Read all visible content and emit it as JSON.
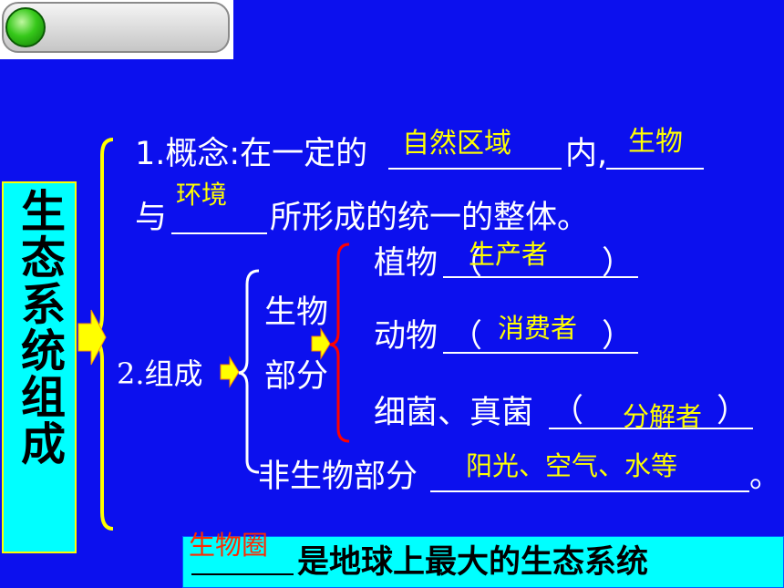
{
  "slide": {
    "title": "生态系统组成",
    "concept": {
      "prefix": "1.概念:在一定的",
      "answer_region": "自然区域",
      "mid": "内,",
      "answer_organism": "生物",
      "line2_start": "与",
      "answer_environment": "环境",
      "line2_end": "所形成的统一的整体。"
    },
    "composition": {
      "label": "2.组成",
      "bio_part_line1": "生物",
      "bio_part_line2": "部分",
      "plants": {
        "label": "植物",
        "open": "（",
        "answer": "生产者",
        "close": "）"
      },
      "animals": {
        "label": "动物",
        "open": "（",
        "answer": "消费者",
        "close": "）"
      },
      "microbes": {
        "label": "细菌、真菌",
        "open": "（",
        "answer": "分解者",
        "close": "）"
      },
      "nonbio": {
        "label": "非生物部分",
        "answer": "阳光、空气、水等",
        "end": "。"
      }
    },
    "footer": {
      "answer": "生物圈",
      "text": "是地球上最大的生态系统"
    }
  },
  "colors": {
    "background": "#0c10ee",
    "answer": "#ffff00",
    "title_box": "#00ffff",
    "brace": "#ffff00",
    "inner_brace": "#ff0000",
    "arrow": "#ffff00"
  }
}
